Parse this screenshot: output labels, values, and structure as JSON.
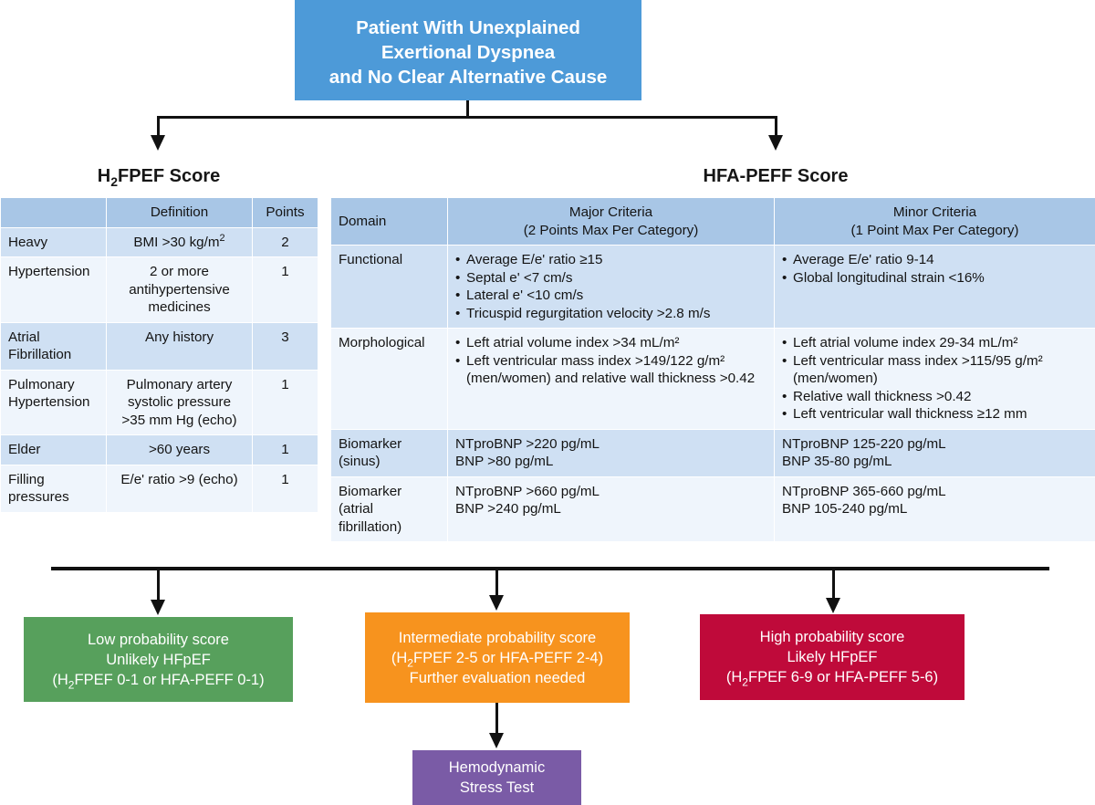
{
  "title_box": {
    "line1": "Patient With Unexplained",
    "line2": "Exertional Dyspnea",
    "line3": "and No Clear Alternative Cause"
  },
  "left_branch": {
    "heading_main": "H",
    "heading_sub": "2",
    "heading_rest": "FPEF Score"
  },
  "right_branch": {
    "heading": "HFA-PEFF Score"
  },
  "h2fpef_table": {
    "headers": {
      "blank": "",
      "definition": "Definition",
      "points": "Points"
    },
    "rows": [
      {
        "criterion": "Heavy",
        "definition_pre": "BMI >30 kg/m",
        "definition_sup": "2",
        "points": "2"
      },
      {
        "criterion": "Hypertension",
        "definition": "2 or more antihypertensive medicines",
        "points": "1"
      },
      {
        "criterion": "Atrial Fibrillation",
        "definition": "Any history",
        "points": "3"
      },
      {
        "criterion": "Pulmonary Hypertension",
        "definition": "Pulmonary artery systolic pressure >35 mm Hg (echo)",
        "points": "1"
      },
      {
        "criterion": "Elder",
        "definition": ">60 years",
        "points": "1"
      },
      {
        "criterion": "Filling pressures",
        "definition": "E/e' ratio >9 (echo)",
        "points": "1"
      }
    ]
  },
  "hfapeff_table": {
    "headers": {
      "domain": "Domain",
      "major_l1": "Major Criteria",
      "major_l2": "(2 Points Max Per Category)",
      "minor_l1": "Minor Criteria",
      "minor_l2": "(1 Point Max Per Category)"
    },
    "rows": [
      {
        "domain": "Functional",
        "major": [
          "Average E/e' ratio ≥15",
          "Septal e' <7 cm/s",
          "Lateral e' <10 cm/s",
          "Tricuspid regurgitation velocity >2.8 m/s"
        ],
        "minor": [
          "Average E/e' ratio 9-14",
          "Global longitudinal strain <16%"
        ]
      },
      {
        "domain": "Morphological",
        "major": [
          "Left atrial volume index >34 mL/m²",
          "Left ventricular mass index >149/122 g/m² (men/women) and relative wall thickness >0.42"
        ],
        "minor": [
          "Left atrial volume index 29-34 mL/m²",
          "Left ventricular mass index >115/95 g/m² (men/women)",
          "Relative wall thickness >0.42",
          "Left ventricular wall thickness ≥12 mm"
        ]
      },
      {
        "domain": "Biomarker (sinus)",
        "major_plain": [
          "NTproBNP >220 pg/mL",
          "BNP >80 pg/mL"
        ],
        "minor_plain": [
          "NTproBNP 125-220 pg/mL",
          "BNP 35-80 pg/mL"
        ]
      },
      {
        "domain": "Biomarker (atrial fibrillation)",
        "major_plain": [
          "NTproBNP >660 pg/mL",
          "BNP >240 pg/mL"
        ],
        "minor_plain": [
          "NTproBNP 365-660 pg/mL",
          "BNP 105-240 pg/mL"
        ]
      }
    ]
  },
  "outcomes": {
    "low": {
      "l1": "Low probability score",
      "l2": "Unlikely HFpEF",
      "l3a": "(H",
      "l3b": "2",
      "l3c": "FPEF 0-1 or HFA-PEFF 0-1)",
      "color": "#57a05c"
    },
    "intermediate": {
      "l1": "Intermediate probability score",
      "l2a": "(H",
      "l2b": "2",
      "l2c": "FPEF 2-5 or HFA-PEFF 2-4)",
      "l3": "Further evaluation needed",
      "color": "#f7931e"
    },
    "high": {
      "l1": "High probability score",
      "l2": "Likely HFpEF",
      "l3a": "(H",
      "l3b": "2",
      "l3c": "FPEF 6-9 or HFA-PEFF 5-6)",
      "color": "#bf0a3a"
    },
    "hemodynamic": {
      "l1": "Hemodynamic",
      "l2": "Stress Test",
      "color": "#7a5ba6"
    }
  },
  "theme": {
    "title_blue": "#4d9ad8",
    "table_header_blue": "#a8c6e6",
    "row_light_blue": "#cfe0f3",
    "row_pale_blue": "#eff5fc",
    "line_black": "#111111"
  }
}
